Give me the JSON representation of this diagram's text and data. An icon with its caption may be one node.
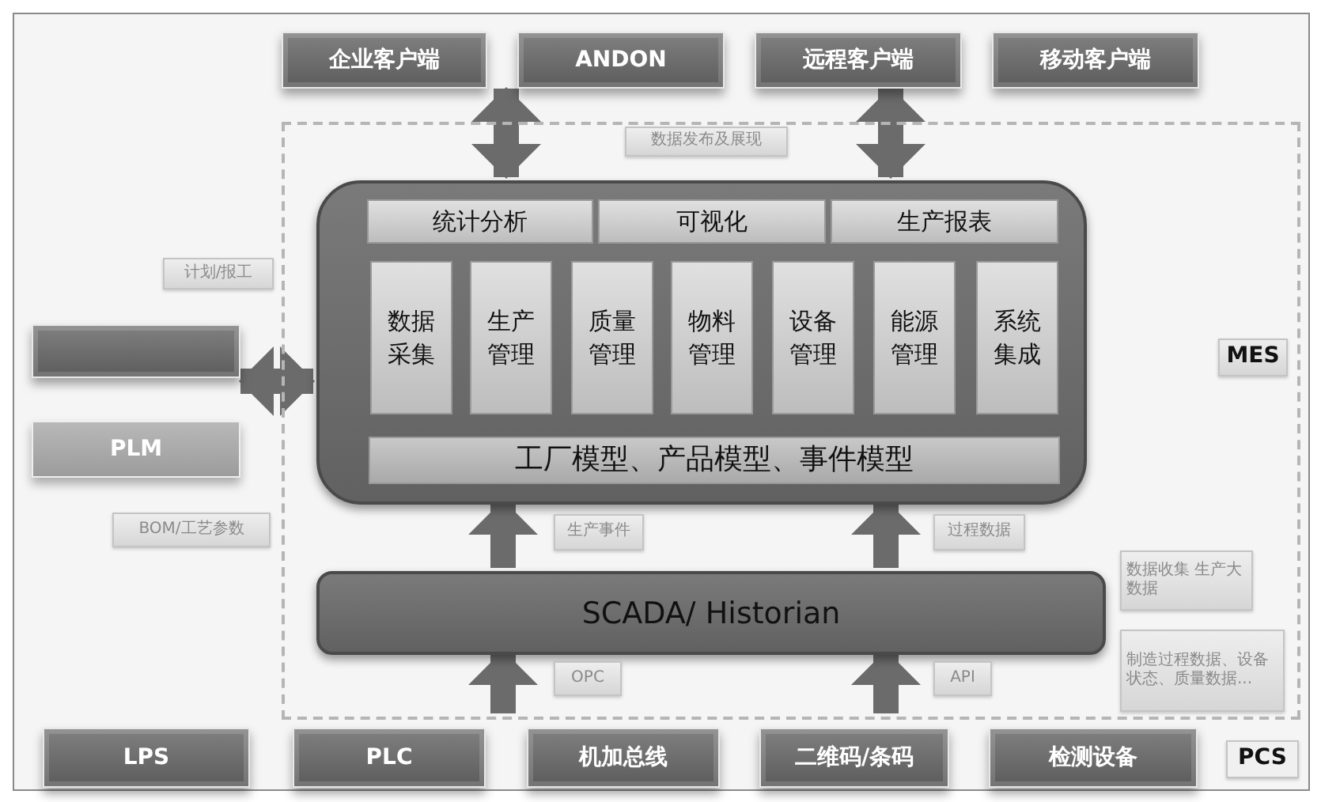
{
  "diagram": {
    "nodes": [
      {
        "text": [
          "企业客户端"
        ]
      },
      {
        "text": [
          "ANDON"
        ]
      },
      {
        "text": [
          "远程客户端"
        ]
      },
      {
        "text": [
          "移动客户端"
        ]
      },
      {
        "text": [
          "MES"
        ]
      },
      {
        "text": [],
        "shape": "box",
        "in": 4
      },
      {
        "text": [
          "统计分析"
        ],
        "in": 5
      },
      {
        "text": [
          "可视化"
        ],
        "in": 5
      },
      {
        "text": [
          "生产报表"
        ],
        "in": 5
      },
      {
        "text": [
          "数据采集"
        ],
        "in": 5
      },
      {
        "text": [
          "生产管理"
        ],
        "in": 5
      },
      {
        "text": [
          "质量管理"
        ],
        "in": 5
      },
      {
        "text": [
          "物料管理"
        ],
        "in": 5
      },
      {
        "text": [
          "设备管理"
        ],
        "in": 5
      },
      {
        "text": [
          "能源管理"
        ],
        "in": 5
      },
      {
        "text": [
          "系统集成"
        ],
        "in": 5
      },
      {
        "text": [
          "工厂模型、产品模型、事件模型"
        ],
        "in": 5
      },
      {
        "text": [],
        "shape": "box"
      },
      {
        "text": [
          "PLM"
        ]
      },
      {
        "text": [
          "SCADA/ Historian"
        ],
        "in": 4
      },
      {
        "text": [
          "LPS"
        ]
      },
      {
        "text": [
          "PLC"
        ]
      },
      {
        "text": [
          "机加总线"
        ]
      },
      {
        "text": [
          "二维码/条码"
        ]
      },
      {
        "text": [
          "检测设备"
        ]
      }
    ],
    "edges": [
      {
        "from": 5,
        "to": 0,
        "arrow": "both"
      },
      {
        "from": 5,
        "to": 2,
        "arrow": "both"
      },
      {
        "from": 17,
        "to": 5,
        "arrow": "both"
      },
      {
        "from": 18,
        "to": 5,
        "arrow": "both"
      },
      {
        "from": 19,
        "to": 5,
        "arrow": "to",
        "label": "生产事件"
      },
      {
        "from": 19,
        "to": 5,
        "arrow": "to",
        "label": "过程数据"
      },
      {
        "from": null,
        "to": 19,
        "arrow": "to",
        "label": "OPC"
      },
      {
        "from": null,
        "to": 19,
        "arrow": "to",
        "label": "API"
      }
    ],
    "labels": [
      "数据发布及展现",
      "计划/报工",
      "BOM/工艺参数",
      "数据收集 生产大数据",
      "制造过程数据、设备状态、质量数据...",
      "PCS"
    ]
  }
}
